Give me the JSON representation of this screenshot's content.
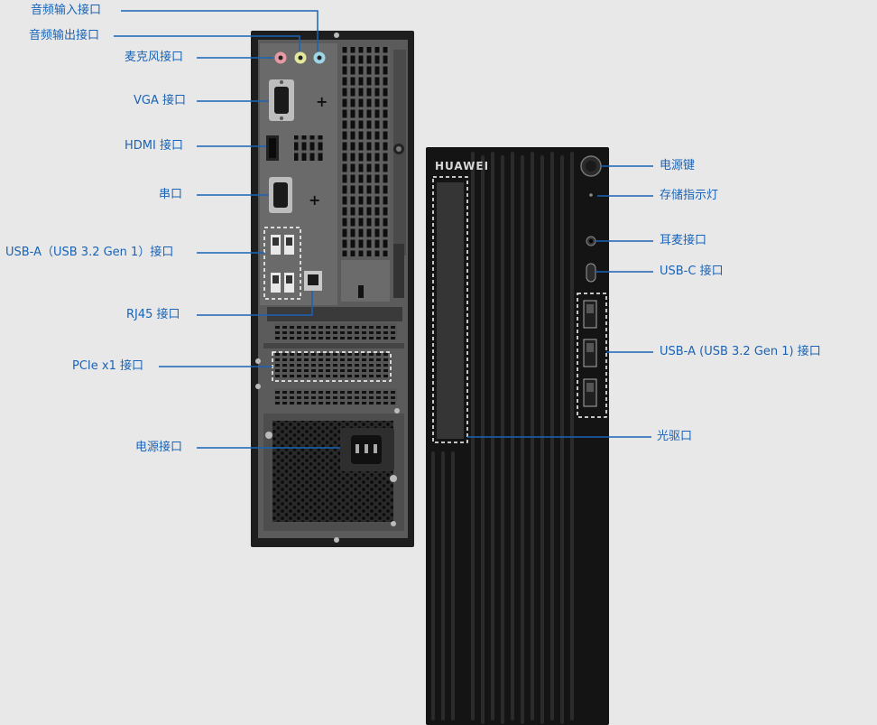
{
  "colors": {
    "background": "#e8e8e8",
    "label_text": "#1a63b6",
    "leader_line": "#1a63b6",
    "chassis_front": "#141414",
    "chassis_back_panel": "#5a5a5a",
    "highlight_dashes": "#ffffff"
  },
  "brand": "HUAWEI",
  "rear_labels": {
    "audio_in": "音频输入接口",
    "audio_out": "音频输出接口",
    "mic": "麦克风接口",
    "vga": "VGA 接口",
    "hdmi": "HDMI 接口",
    "serial": "串口",
    "usb_a": "USB-A（USB 3.2 Gen 1）接口",
    "rj45": "RJ45 接口",
    "pcie": "PCIe x1 接口",
    "power_port": "电源接口"
  },
  "front_labels": {
    "power_button": "电源键",
    "storage_led": "存储指示灯",
    "headset": "耳麦接口",
    "usb_c": "USB-C 接口",
    "usb_a": "USB-A (USB 3.2 Gen 1) 接口",
    "optical_drive": "光驱口"
  },
  "icons": {
    "power_button": "power-button-icon",
    "audio_jack": "audio-jack-icon",
    "usb_port": "usb-port-icon",
    "ethernet_port": "ethernet-port-icon",
    "vga_port": "vga-port-icon",
    "hdmi_port": "hdmi-port-icon",
    "power_socket": "power-socket-icon"
  }
}
